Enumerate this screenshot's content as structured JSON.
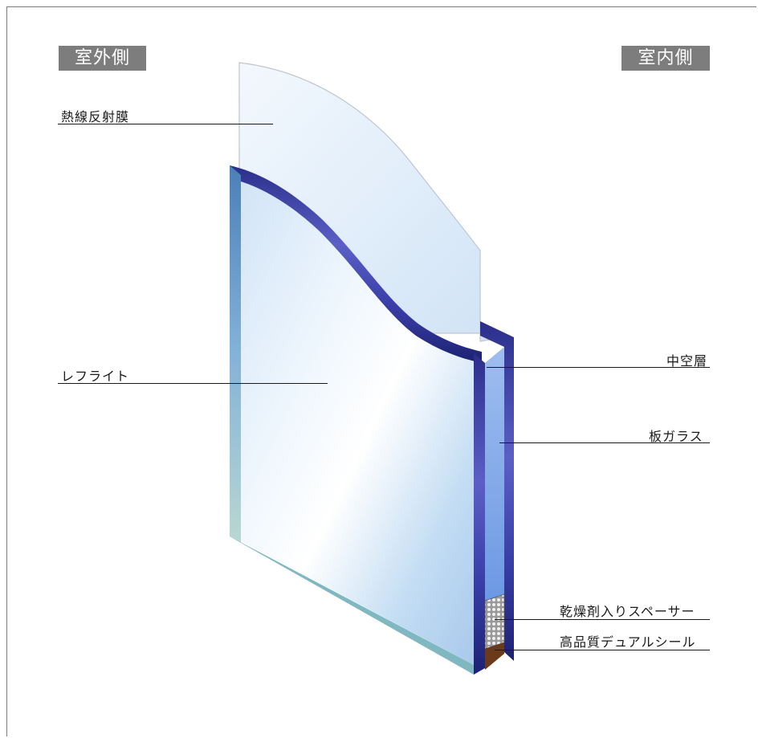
{
  "sides": {
    "outdoor": "室外側",
    "indoor": "室内側"
  },
  "callouts": {
    "heat_reflective_film": "熱線反射膜",
    "reflite": "レフライト",
    "air_layer": "中空層",
    "plate_glass": "板ガラス",
    "desiccant_spacer": "乾燥剤入りスペーサー",
    "dual_seal": "高品質デュアルシール"
  }
}
